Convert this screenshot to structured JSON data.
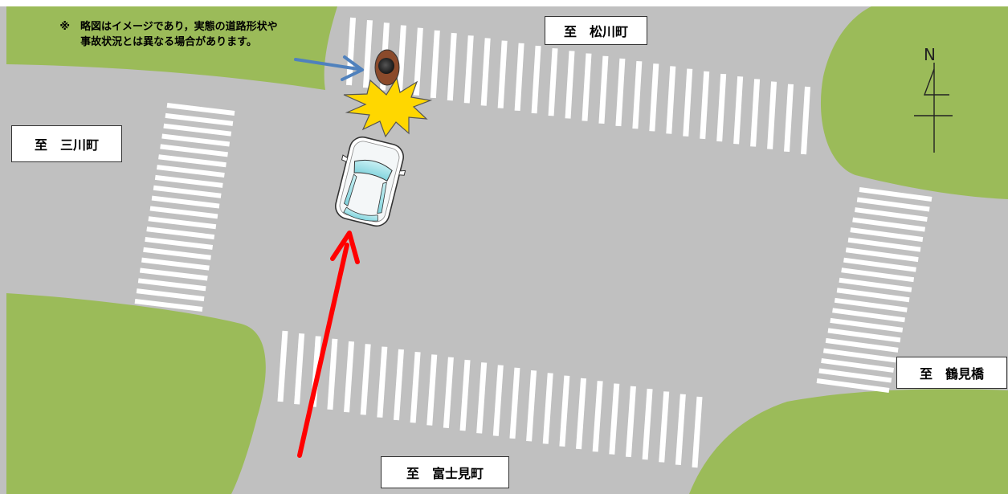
{
  "labels": {
    "north": "至　松川町",
    "west": "至　三川町",
    "east": "至　鶴見橋",
    "south": "至　富士見町"
  },
  "disclaimer": {
    "line1": "※　略図はイメージであり，実態の道路形状や",
    "line2": "事故状況とは異なる場合があります。"
  },
  "compass": {
    "letter": "N"
  },
  "colors": {
    "road": "#c0c0c0",
    "grass": "#9bbb59",
    "crosswalk": "#ffffff",
    "travel_arrow": "#ff0000",
    "pedestrian_arrow": "#4f81bd",
    "impact_burst": "#ffd700"
  },
  "icons": {
    "vehicle": "car-icon",
    "pedestrian": "pedestrian-icon",
    "collision": "collision-burst-icon",
    "north": "north-arrow-icon"
  }
}
